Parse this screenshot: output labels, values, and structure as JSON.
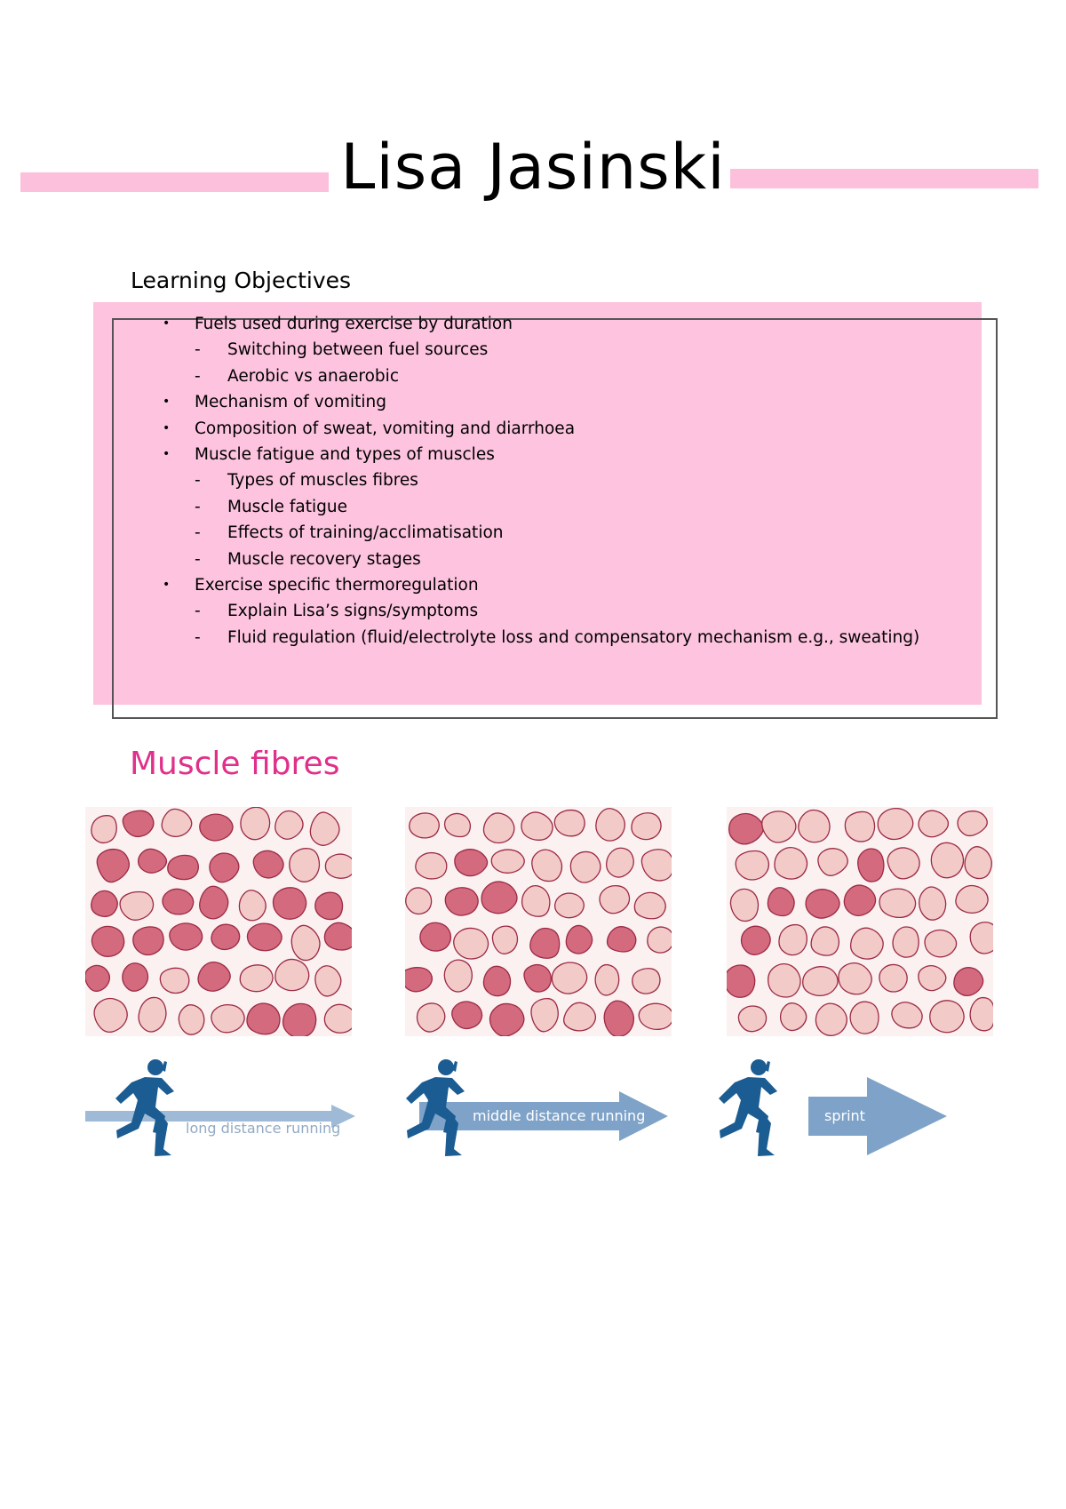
{
  "title": "Lisa Jasinski",
  "learning_objectives": {
    "heading": "Learning Objectives",
    "bullet_glyph": "•",
    "dash_glyph": "-",
    "items": [
      {
        "level": 1,
        "text": "Fuels used during exercise by duration"
      },
      {
        "level": 2,
        "text": "Switching between fuel sources"
      },
      {
        "level": 2,
        "text": "Aerobic vs anaerobic"
      },
      {
        "level": 1,
        "text": "Mechanism of vomiting"
      },
      {
        "level": 1,
        "text": "Composition of sweat, vomiting and diarrhoea"
      },
      {
        "level": 1,
        "text": "Muscle fatigue and types of muscles"
      },
      {
        "level": 2,
        "text": "Types of muscles fibres"
      },
      {
        "level": 2,
        "text": "Muscle fatigue"
      },
      {
        "level": 2,
        "text": "Effects of training/acclimatisation"
      },
      {
        "level": 2,
        "text": "Muscle recovery stages"
      },
      {
        "level": 1,
        "text": "Exercise specific thermoregulation"
      },
      {
        "level": 2,
        "text": "Explain Lisa’s signs/symptoms"
      },
      {
        "level": 2,
        "text": "Fluid regulation (fluid/electrolyte loss and compensatory mechanism e.g., sweating)"
      }
    ]
  },
  "muscle_fibres": {
    "heading": "Muscle fibres",
    "running_labels": [
      "long distance running",
      "middle distance running",
      "sprint"
    ],
    "dark_fibre_share": [
      0.5,
      0.3,
      0.15
    ]
  },
  "colors": {
    "accent_pink": "#fdc0dc",
    "heading_pink": "#e0308a",
    "fibre_dark": "#d46a7e",
    "fibre_light": "#f2cbc8",
    "fibre_outline": "#9c2a44",
    "runner_blue": "#1b5c92",
    "arrow_blue": "#7fa3c8"
  },
  "icons": [
    "runner-icon",
    "arrow-icon"
  ]
}
